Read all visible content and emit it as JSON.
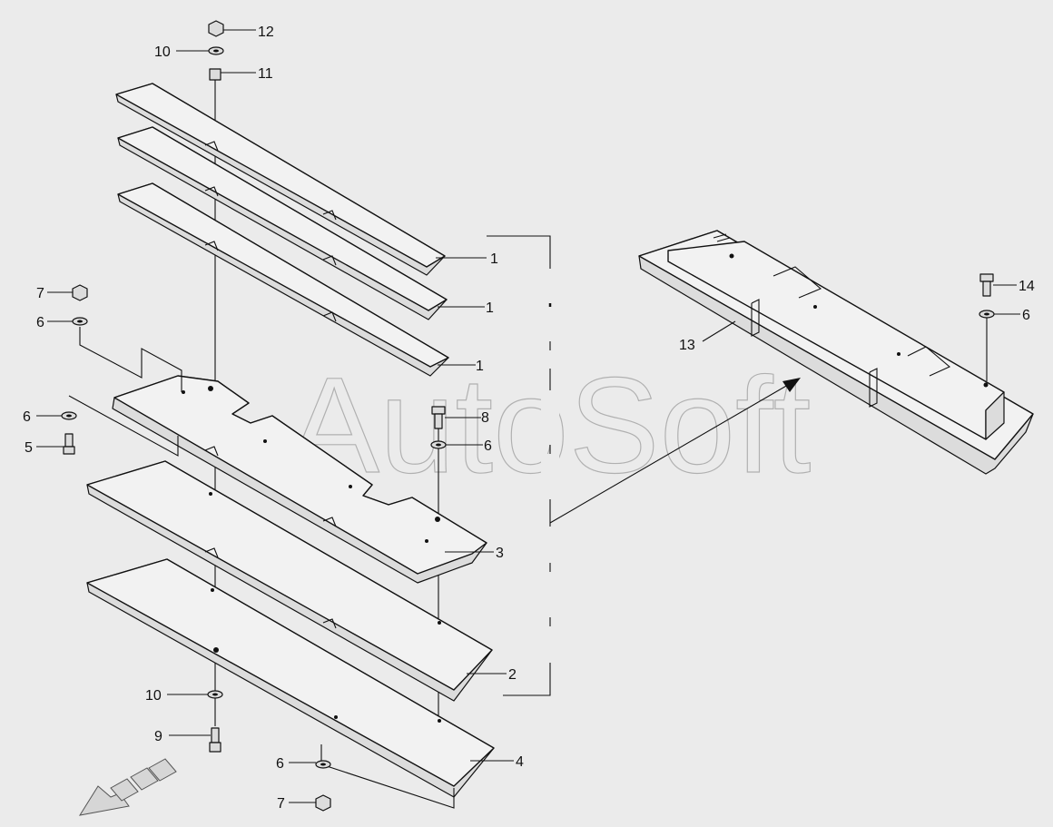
{
  "diagram": {
    "watermark": "AutoSoft",
    "callouts": [
      {
        "id": "c1a",
        "text": "1"
      },
      {
        "id": "c1b",
        "text": "1"
      },
      {
        "id": "c1c",
        "text": "1"
      },
      {
        "id": "c2",
        "text": "2"
      },
      {
        "id": "c3",
        "text": "3"
      },
      {
        "id": "c4",
        "text": "4"
      },
      {
        "id": "c5",
        "text": "5"
      },
      {
        "id": "c6a",
        "text": "6"
      },
      {
        "id": "c6b",
        "text": "6"
      },
      {
        "id": "c6c",
        "text": "6"
      },
      {
        "id": "c6d",
        "text": "6"
      },
      {
        "id": "c6e",
        "text": "6"
      },
      {
        "id": "c7a",
        "text": "7"
      },
      {
        "id": "c7b",
        "text": "7"
      },
      {
        "id": "c8",
        "text": "8"
      },
      {
        "id": "c9",
        "text": "9"
      },
      {
        "id": "c10a",
        "text": "10"
      },
      {
        "id": "c10b",
        "text": "10"
      },
      {
        "id": "c11",
        "text": "11"
      },
      {
        "id": "c12",
        "text": "12"
      },
      {
        "id": "c13",
        "text": "13"
      },
      {
        "id": "c14",
        "text": "14"
      }
    ],
    "colors": {
      "background": "#ebebeb",
      "line": "#111111",
      "watermark": "#8a8a8a"
    }
  }
}
